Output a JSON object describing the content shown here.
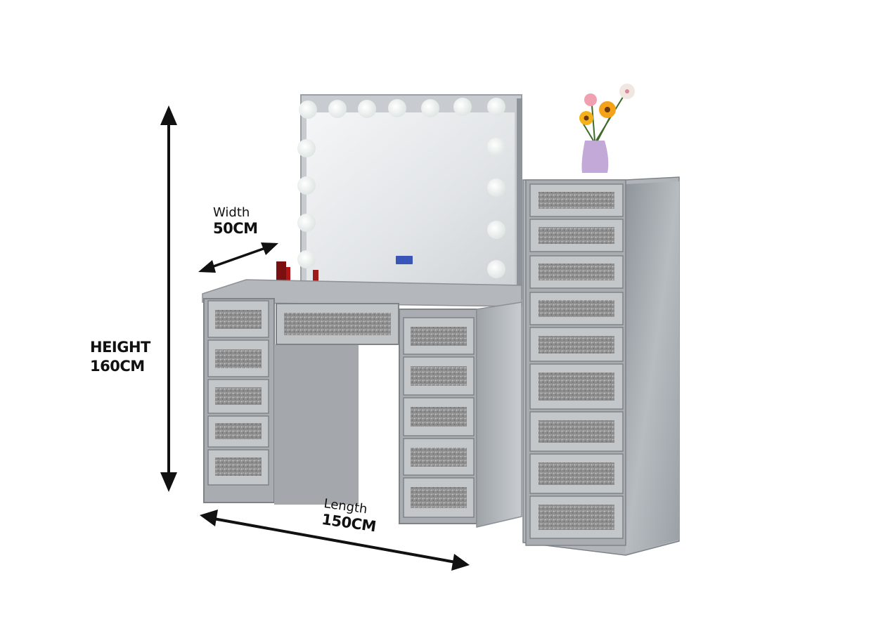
{
  "dimensions": {
    "width": {
      "title": "Width",
      "value": "50CM"
    },
    "height": {
      "title": "HEIGHT",
      "value": "160CM"
    },
    "length": {
      "title": "Length",
      "value": "150CM"
    }
  },
  "colors": {
    "frame": "#a9adb1",
    "frame_dark": "#8d9195",
    "mirror": "#d8dbde",
    "crystal_panel": "#9a9a9a",
    "bulb": "#eef2f1",
    "flower": "#f3a21a",
    "vase": "#b99ad0",
    "arrow": "#111111"
  },
  "icons": [
    "vanity-mirror",
    "light-bulb",
    "drawer",
    "flower-vase",
    "dimension-arrow"
  ]
}
